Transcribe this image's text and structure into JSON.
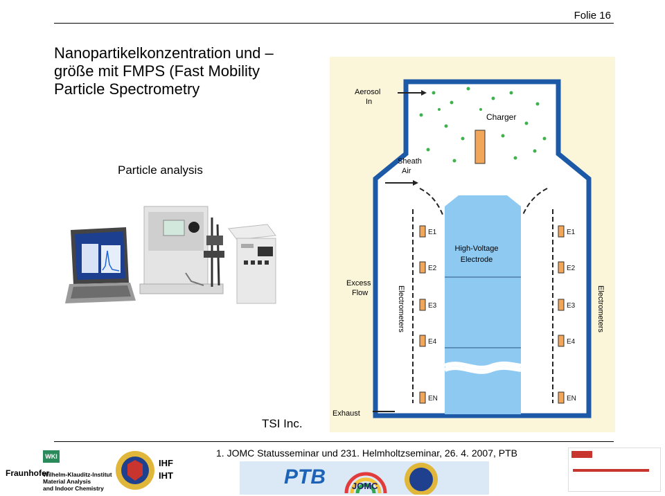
{
  "slide": {
    "number_label": "Folie 16",
    "title_lines": [
      "Nanopartikelkonzentration und –",
      "größe mit FMPS (Fast Mobility",
      "Particle Spectrometry"
    ],
    "particle_analysis_label": "Particle analysis",
    "credit": "TSI Inc.",
    "footer": "1. JOMC Statusseminar und 231. Helmholtzseminar, 26. 4. 2007, PTB"
  },
  "diagram": {
    "aerosol_in": [
      "Aerosol",
      "In"
    ],
    "charger": "Charger",
    "sheath_air": [
      "Sheath",
      "Air"
    ],
    "electrode": [
      "High-Voltage",
      "Electrode"
    ],
    "excess_flow": [
      "Excess",
      "Flow"
    ],
    "electrometers": "Electrometers",
    "exhaust": "Exhaust",
    "e_labels": [
      "E1",
      "E2",
      "E3",
      "E4",
      "EN"
    ]
  },
  "logos": {
    "ihf": "IHF",
    "iht": "IHT",
    "fraunhofer": "Fraunhofer",
    "wki": "WKI",
    "wki_text": [
      "Wilhelm-Klauditz-Institut",
      "Material Analysis",
      "and Indoor Chemistry"
    ],
    "ptb": "PTB",
    "jomc": "JOMC"
  },
  "colors": {
    "diagram_bg": "#fbf6d9",
    "column_blue": "#8ec9f2",
    "particle_green": "#3fb24f",
    "charger_orange": "#f2a65a",
    "ptb_blue": "#1c63b7"
  }
}
